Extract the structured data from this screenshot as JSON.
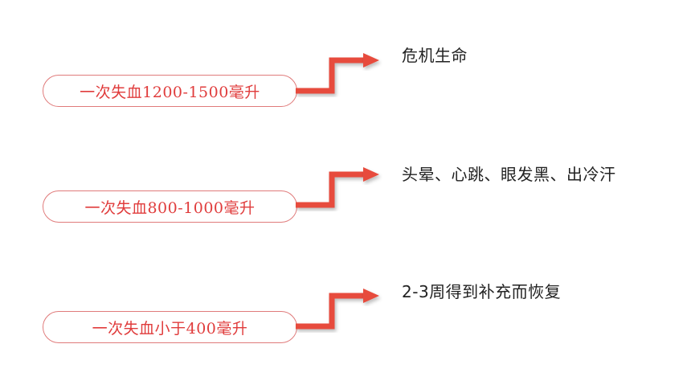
{
  "rows": [
    {
      "condition": "一次失血1200-1500毫升",
      "result": "危机生命"
    },
    {
      "condition": "一次失血800-1000毫升",
      "result": "头晕、心跳、眼发黑、出冷汗"
    },
    {
      "condition": "一次失血小于400毫升",
      "result": "2-3周得到补充而恢复"
    }
  ],
  "colors": {
    "accent": "#e74c3c",
    "pill_border": "#e07b7b",
    "pill_text": "#e03c3c",
    "result_text": "#222222"
  }
}
